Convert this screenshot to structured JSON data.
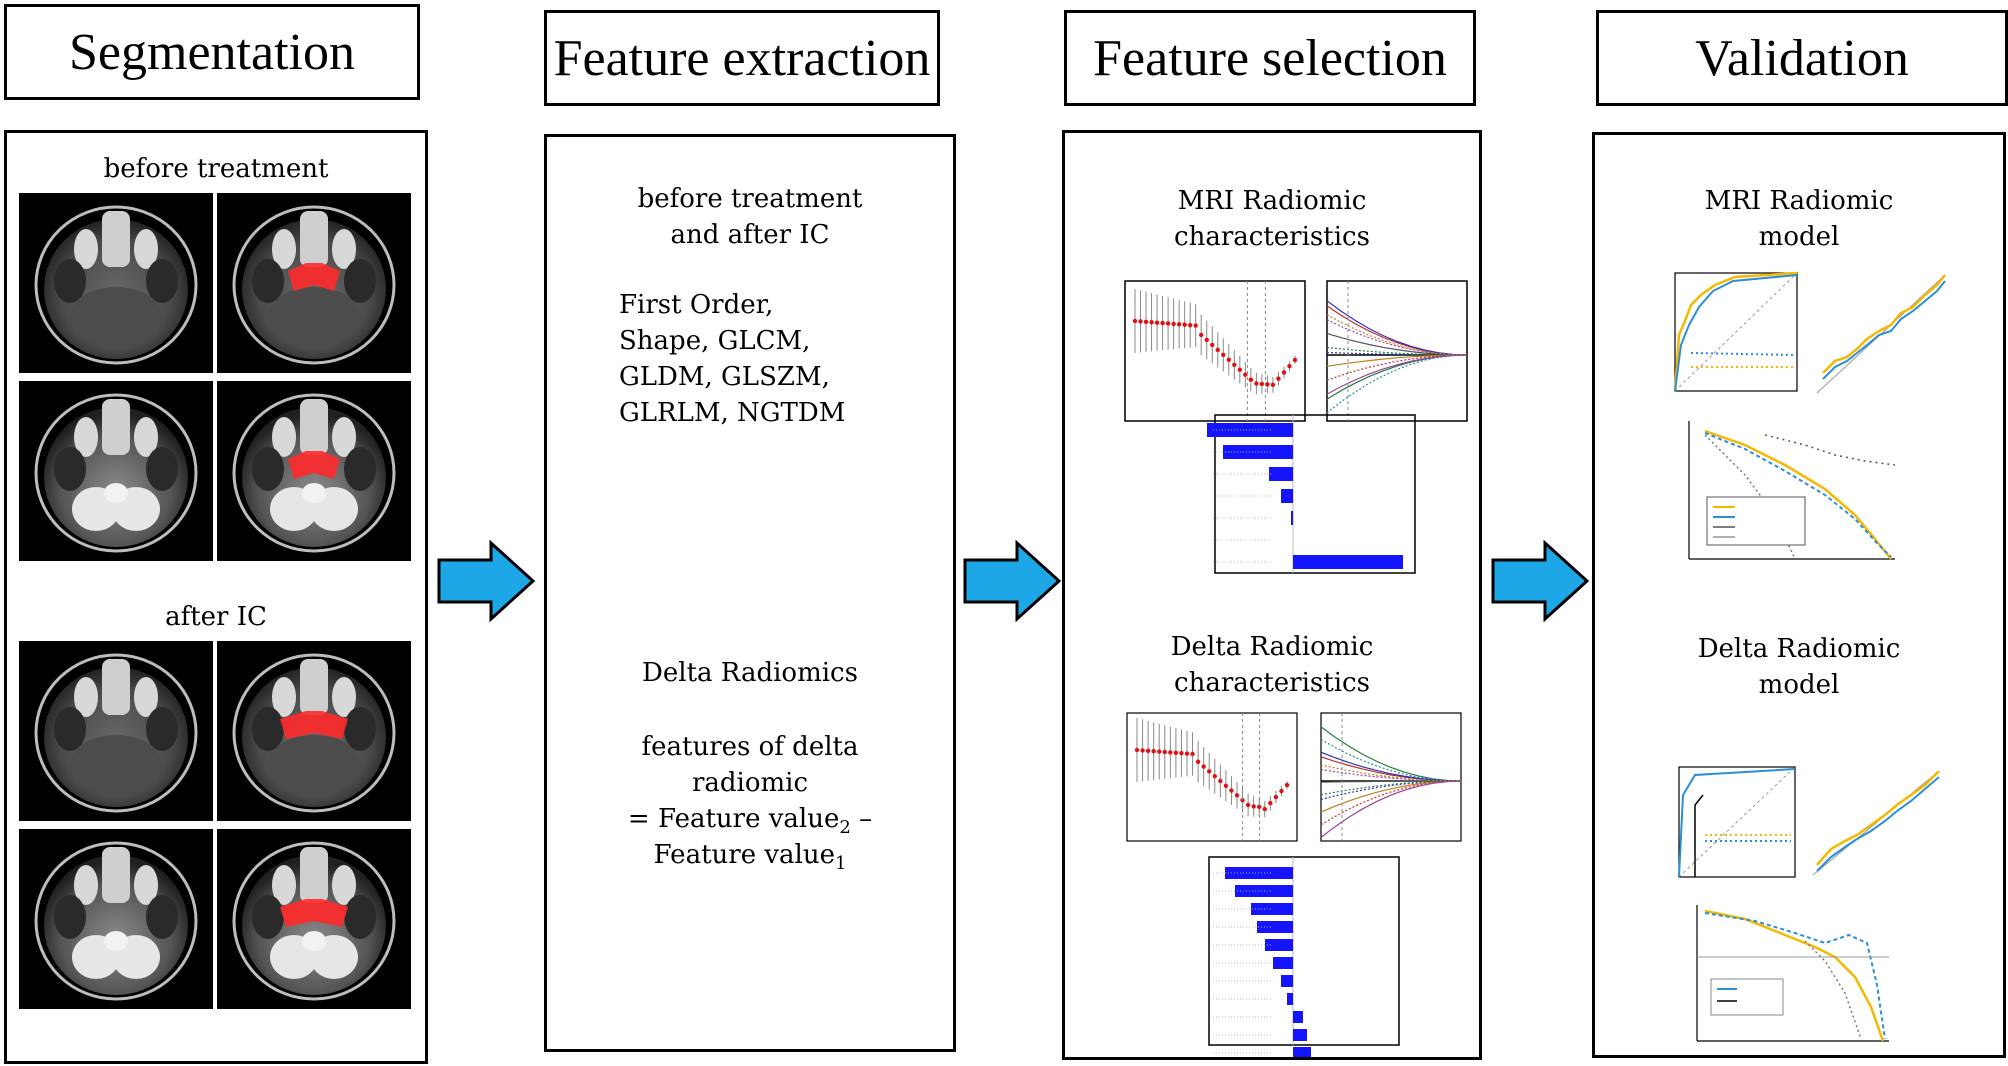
{
  "columns": [
    {
      "title": "Segmentation"
    },
    {
      "title": "Feature extraction"
    },
    {
      "title": "Feature selection"
    },
    {
      "title": "Validation"
    }
  ],
  "segmentation": {
    "before_label": "before treatment",
    "after_label": "after IC"
  },
  "extraction": {
    "line1": "before treatment",
    "line2": "and after IC",
    "features": [
      "First Order,",
      "Shape, GLCM,",
      "GLDM, GLSZM,",
      "GLRLM, NGTDM"
    ],
    "delta_title": "Delta Radiomics",
    "delta_lines": [
      "features of delta",
      "radiomic"
    ],
    "formula_prefix_1": "= Feature value",
    "formula_sub_1": "2",
    "formula_suffix_1": " –",
    "formula_prefix_2": "Feature value",
    "formula_sub_2": "1"
  },
  "selection": {
    "mri_title_1": "MRI Radiomic",
    "mri_title_2": "characteristics",
    "delta_title_1": "Delta Radiomic",
    "delta_title_2": "characteristics"
  },
  "validation": {
    "mri_title_1": "MRI Radiomic",
    "mri_title_2": "model",
    "delta_title_1": "Delta Radiomic",
    "delta_title_2": "model"
  },
  "colors": {
    "arrow_fill": "#1ea7e6",
    "bar": "#1414ff",
    "lasso_curve": "#e01010",
    "roc_yellow": "#f5b800",
    "roc_blue": "#2a8fd6"
  }
}
